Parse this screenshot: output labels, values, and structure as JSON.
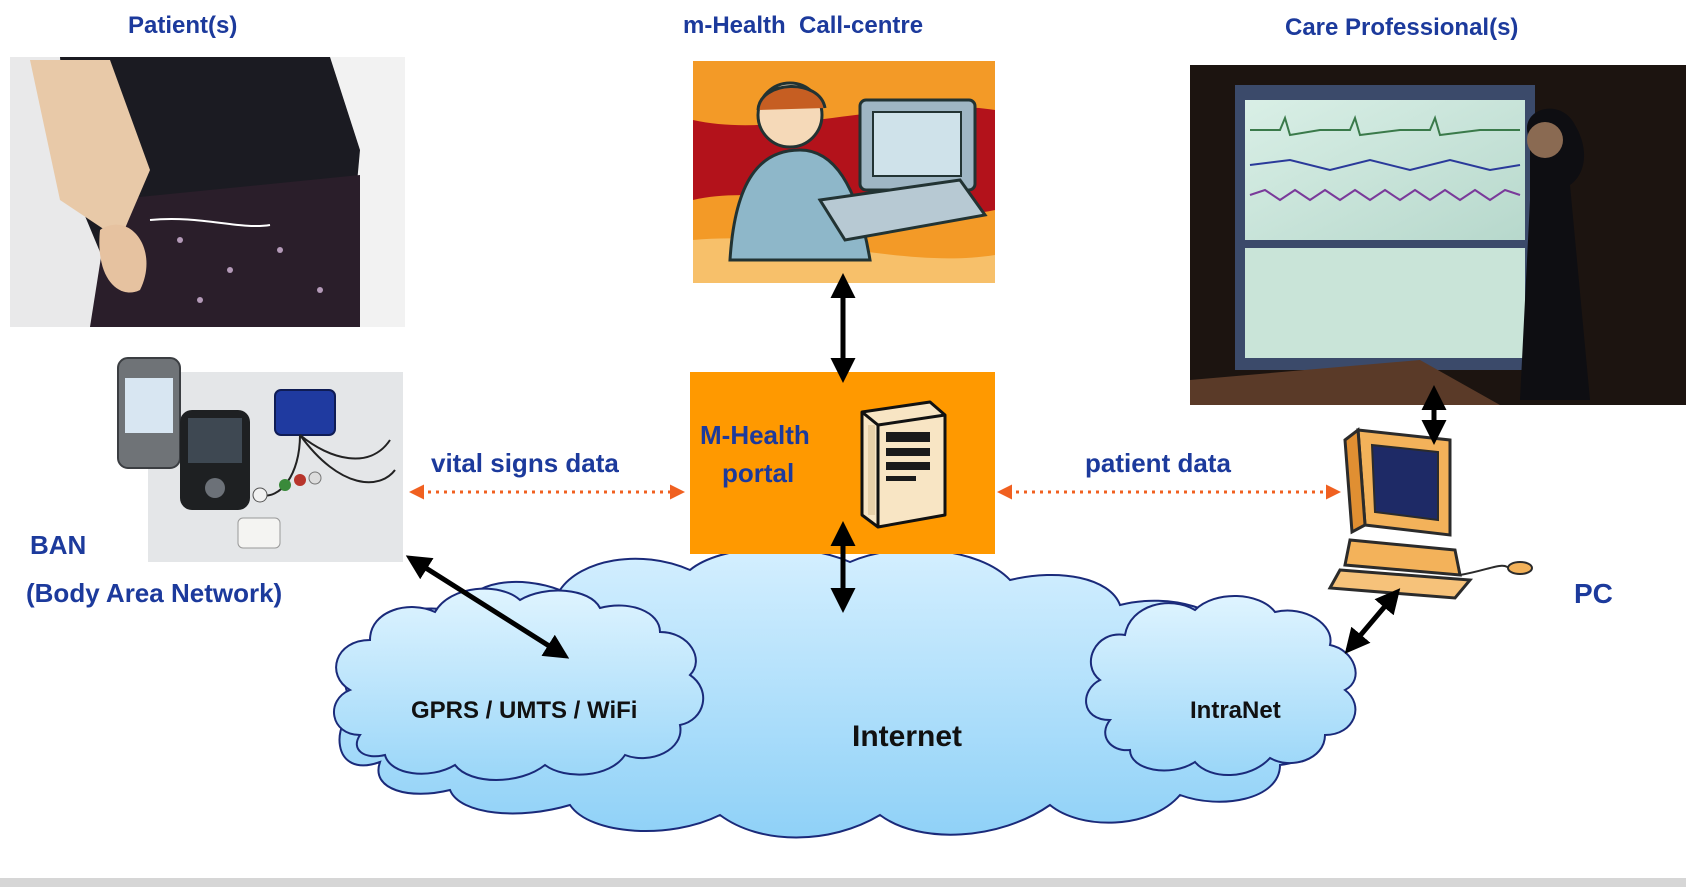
{
  "titles": {
    "patients": "Patient(s)",
    "callcentre": "m-Health  Call-centre",
    "professionals": "Care Professional(s)"
  },
  "portal": {
    "line1": "M-Health",
    "line2": "portal"
  },
  "ban": {
    "line1": "BAN",
    "line2": "(Body Area Network)"
  },
  "pc_label": "PC",
  "flows": {
    "vital_signs": "vital signs data",
    "patient_data": "patient data"
  },
  "networks": {
    "mobile": "GPRS / UMTS / WiFi",
    "internet": "Internet",
    "intranet": "IntraNet"
  },
  "icons": {
    "patient_photo": "patient-photo-icon",
    "callcentre": "callcentre-operator-icon",
    "professional_photo": "care-professional-photo-icon",
    "ban_device": "ban-device-photo-icon",
    "server": "server-tower-icon",
    "pc": "desktop-pc-icon"
  },
  "colors": {
    "label_blue": "#1c3a9c",
    "portal_orange": "#ff9900",
    "cloud_fill": "#a9dcf8",
    "dotted_arrow": "#f06020",
    "solid_arrow": "#000000",
    "callcentre_bg": "#b3121b"
  }
}
